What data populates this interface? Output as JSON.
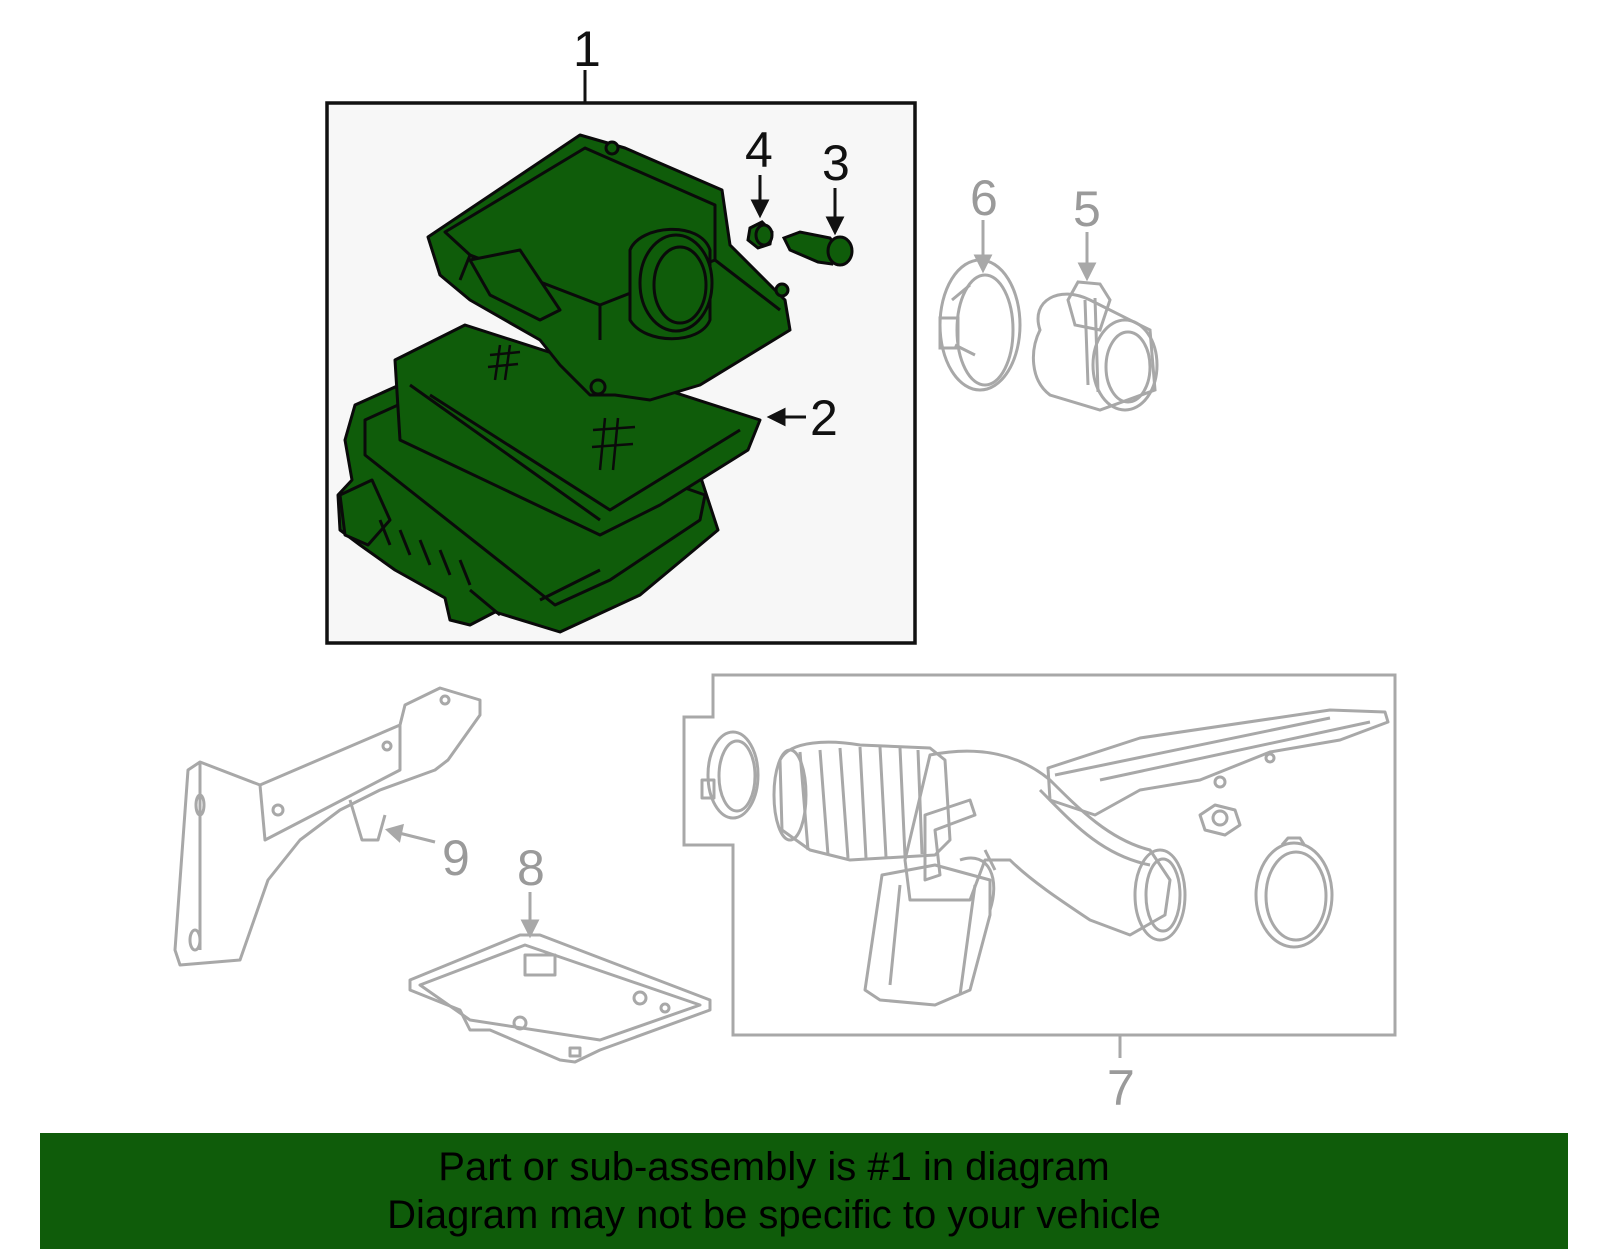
{
  "colors": {
    "highlight_fill": "#0f5c0a",
    "highlight_outline": "#0a0a0a",
    "muted_outline": "#a8a8a8",
    "banner_background": "#0f5c0a",
    "panel_background": "#f7f7f7"
  },
  "callouts": [
    {
      "id": "1",
      "label": "1"
    },
    {
      "id": "2",
      "label": "2"
    },
    {
      "id": "3",
      "label": "3"
    },
    {
      "id": "4",
      "label": "4"
    },
    {
      "id": "5",
      "label": "5"
    },
    {
      "id": "6",
      "label": "6"
    },
    {
      "id": "7",
      "label": "7"
    },
    {
      "id": "8",
      "label": "8"
    },
    {
      "id": "9",
      "label": "9"
    }
  ],
  "banner": {
    "line1": "Part or sub-assembly is #1 in diagram",
    "line2": "Diagram may not be specific to your vehicle"
  }
}
